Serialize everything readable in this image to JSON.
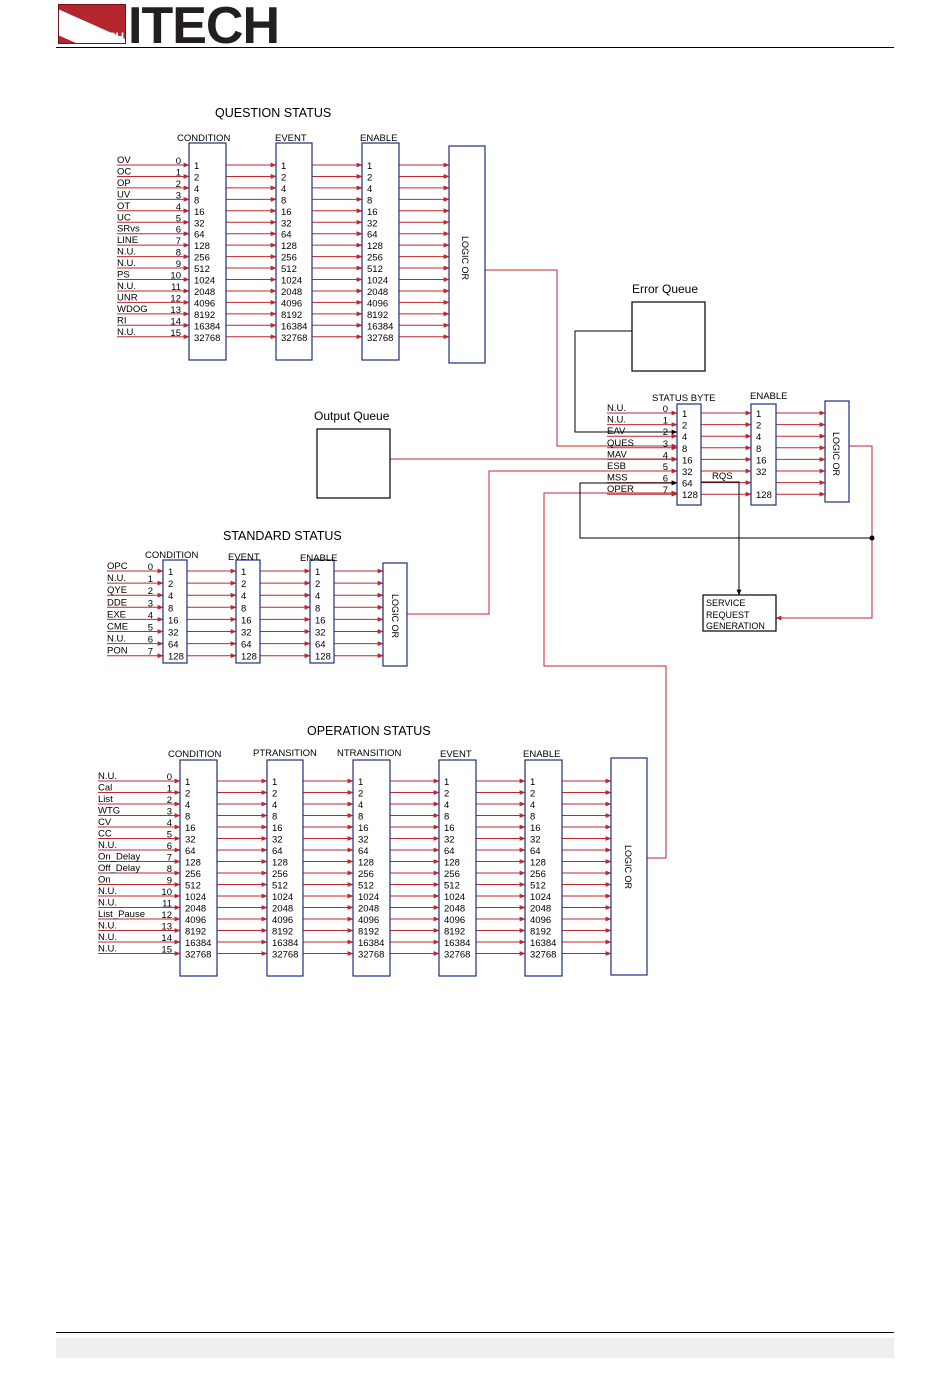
{
  "header": {
    "logo_small": "TECH",
    "logo_big": "ITECH"
  },
  "colors": {
    "signal": "#c0272d",
    "register_border": "#1f2e7a",
    "line": "#000000"
  },
  "question": {
    "title": "QUESTION STATUS",
    "condition_label": "CONDITION",
    "event_label": "EVENT",
    "enable_label": "ENABLE",
    "logic_label": "LOGIC OR",
    "signals": [
      "OV",
      "OC",
      "OP",
      "UV",
      "OT",
      "UC",
      "SRvs",
      "LINE",
      "N.U.",
      "N.U.",
      "PS",
      "N.U.",
      "UNR",
      "WDOG",
      "RI",
      "N.U."
    ],
    "bits": [
      "0",
      "1",
      "2",
      "3",
      "4",
      "5",
      "6",
      "7",
      "8",
      "9",
      "10",
      "11",
      "12",
      "13",
      "14",
      "15"
    ],
    "weights": [
      "1",
      "2",
      "4",
      "8",
      "16",
      "32",
      "64",
      "128",
      "256",
      "512",
      "1024",
      "2048",
      "4096",
      "8192",
      "16384",
      "32768"
    ]
  },
  "error_queue": {
    "title": "Error Queue"
  },
  "output_queue": {
    "title": "Output Queue"
  },
  "status_byte": {
    "title": "STATUS BYTE",
    "enable_label": "ENABLE",
    "logic_label": "LOGIC OR",
    "rqs_label": "RQS",
    "signals": [
      "N.U.",
      "N.U.",
      "EAV",
      "QUES",
      "MAV",
      "ESB",
      "MSS",
      "OPER"
    ],
    "bits": [
      "0",
      "1",
      "2",
      "3",
      "4",
      "5",
      "6",
      "7"
    ],
    "weights": [
      "1",
      "2",
      "4",
      "8",
      "16",
      "32",
      "64",
      "128"
    ],
    "enable_weights": [
      "1",
      "2",
      "4",
      "8",
      "16",
      "32",
      "",
      "128"
    ]
  },
  "service_request": {
    "lines": [
      "SERVICE",
      "REQUEST",
      "GENERATION"
    ]
  },
  "standard": {
    "title": "STANDARD STATUS",
    "condition_label": "CONDITION",
    "event_label": "EVENT",
    "enable_label": "ENABLE",
    "logic_label": "LOGIC OR",
    "signals": [
      "OPC",
      "N.U.",
      "QYE",
      "DDE",
      "EXE",
      "CME",
      "N.U.",
      "PON"
    ],
    "bits": [
      "0",
      "1",
      "2",
      "3",
      "4",
      "5",
      "6",
      "7"
    ],
    "weights": [
      "1",
      "2",
      "4",
      "8",
      "16",
      "32",
      "64",
      "128"
    ]
  },
  "operation": {
    "title": "OPERATION STATUS",
    "condition_label": "CONDITION",
    "ptransition_label": "PTRANSITION",
    "ntransition_label": "NTRANSITION",
    "event_label": "EVENT",
    "enable_label": "ENABLE",
    "logic_label": "LOGIC OR",
    "signals": [
      "N.U.",
      "Cal",
      "List",
      "WTG",
      "CV",
      "CC",
      "N.U.",
      "On_Delay",
      "Off_Delay",
      "On",
      "N.U.",
      "N.U.",
      "List_Pause",
      "N.U.",
      "N.U.",
      "N.U."
    ],
    "bits": [
      "0",
      "1",
      "2",
      "3",
      "4",
      "5",
      "6",
      "7",
      "8",
      "9",
      "10",
      "11",
      "12",
      "13",
      "14",
      "15"
    ],
    "weights": [
      "1",
      "2",
      "4",
      "8",
      "16",
      "32",
      "64",
      "128",
      "256",
      "512",
      "1024",
      "2048",
      "4096",
      "8192",
      "16384",
      "32768"
    ]
  }
}
